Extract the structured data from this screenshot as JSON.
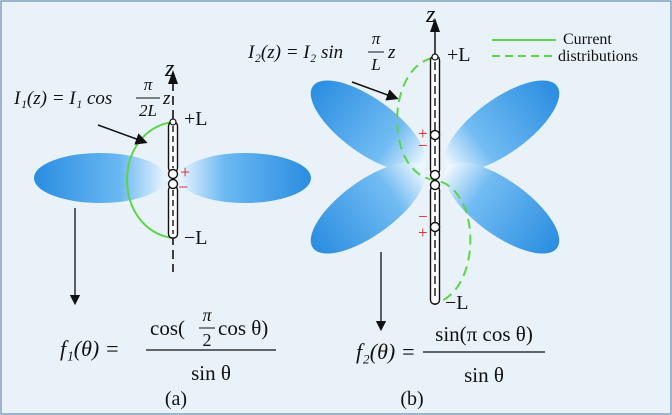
{
  "colors": {
    "background": "#e9f2f9",
    "border": "#7f9fbf",
    "lobe": "#2b8ee0",
    "current": "#5fd34a",
    "sign": "#e02020",
    "ink": "#111111"
  },
  "legend": {
    "solid_label": "Current",
    "dashed_label": "distributions"
  },
  "panel_a": {
    "caption": "(a)",
    "axis_label": "z",
    "top_label": "+L",
    "bottom_label": "−L",
    "plus": "+",
    "minus": "−",
    "current_eq": {
      "lhs": "I₁(z) = I₁ cos",
      "frac_num": "π",
      "frac_den": "2L",
      "var": "z"
    },
    "pattern_eq": {
      "lhs": "f₁(θ) =",
      "num_pre": "cos(",
      "num_frac_num": "π",
      "num_frac_den": "2",
      "num_post": "cos θ)",
      "den": "sin θ"
    }
  },
  "panel_b": {
    "caption": "(b)",
    "axis_label": "z",
    "top_label": "+L",
    "bottom_label": "−L",
    "plus": "+",
    "minus": "−",
    "current_eq": {
      "lhs": "I₂(z) = I₂ sin",
      "frac_num": "π",
      "frac_den": "L",
      "var": "z"
    },
    "pattern_eq": {
      "lhs": "f₂(θ) =",
      "num": "sin(π cos θ)",
      "den": "sin θ"
    }
  }
}
